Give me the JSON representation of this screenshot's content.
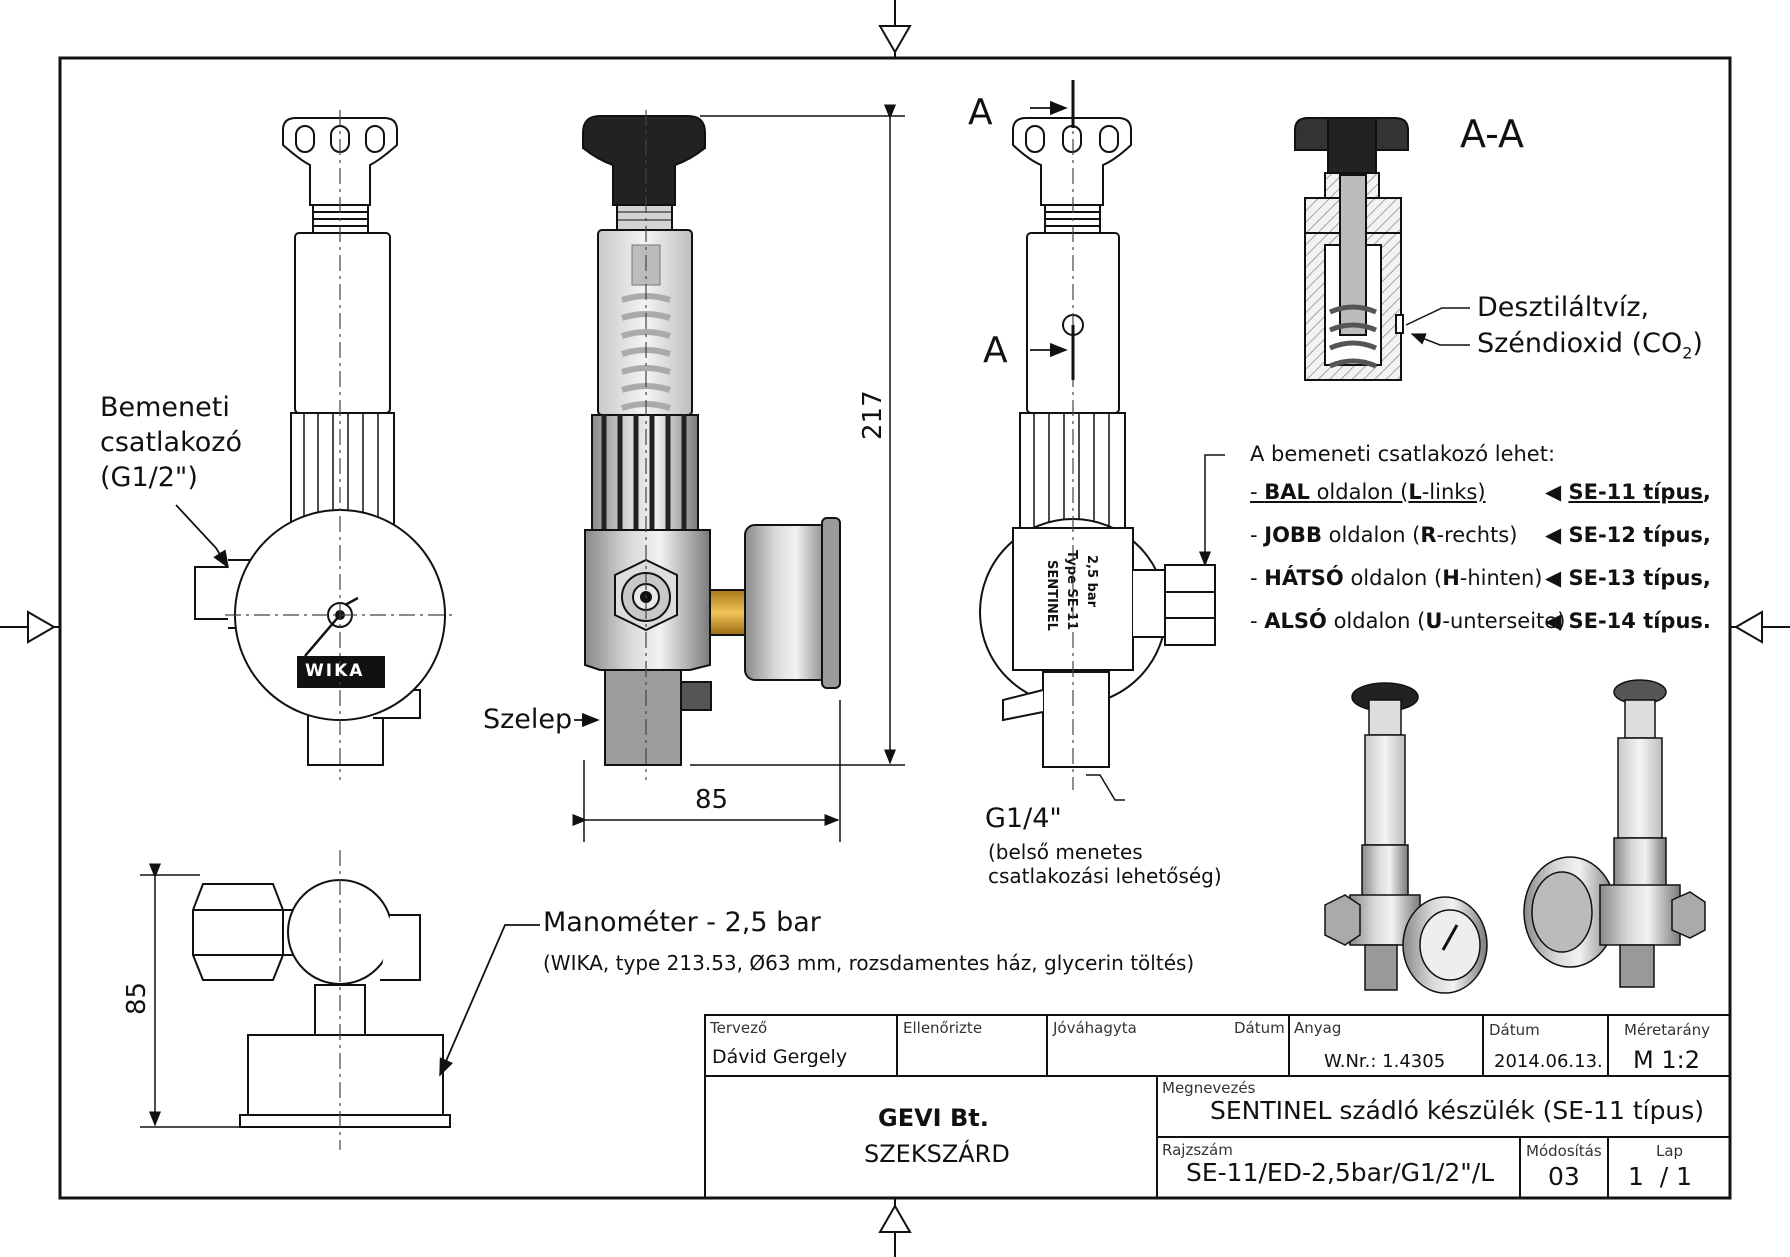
{
  "labels": {
    "bemeneti": "Bemeneti",
    "csatlakozo": "csatlakozó",
    "g12": "(G1/2\")",
    "szelep": "Szelep",
    "dim_85_bottom": "85",
    "dim_217": "217",
    "dim_85_side": "85",
    "g14": "G1/4\"",
    "belso1": "(belső menetes",
    "belso2": "csatlakozási lehetőség)",
    "section_a_top": "A",
    "section_a_mid": "A",
    "section_title": "A-A",
    "desztilalt": "Desztiláltvíz,",
    "szendioxid": "Széndioxid (CO",
    "co2_sub": "2",
    "co2_close": ")",
    "manometer": "Manométer - 2,5 bar",
    "manometer_spec": "(WIKA, type 213.53, Ø63 mm, rozsdamentes ház, glycerin töltés)",
    "wika": "WIKA"
  },
  "connector_note": {
    "heading": "A bemeneti csatlakozó lehet:",
    "options": [
      {
        "prefix": "- ",
        "side": "BAL",
        "mid": " oldalon (",
        "letter": "L",
        "rest": "-links)",
        "type": "SE-11 típus",
        "end": ","
      },
      {
        "prefix": "- ",
        "side": "JOBB",
        "mid": " oldalon (",
        "letter": "R",
        "rest": "-rechts)",
        "type": "SE-12 típus",
        "end": ","
      },
      {
        "prefix": "- ",
        "side": "HÁTSÓ",
        "mid": " oldalon (",
        "letter": "H",
        "rest": "-hinten)",
        "type": "SE-13 típus",
        "end": ","
      },
      {
        "prefix": "- ",
        "side": "ALSÓ",
        "mid": " oldalon (",
        "letter": "U",
        "rest": "-unterseite)",
        "type": "SE-14 típus",
        "end": "."
      }
    ]
  },
  "title_block": {
    "tervezo_label": "Tervező",
    "tervezo_value": "Dávid Gergely",
    "ellenorizte_label": "Ellenőrizte",
    "jovahagyta_label": "Jóváhagyta",
    "datum_label_1": "Dátum",
    "anyag_label": "Anyag",
    "anyag_value": "W.Nr.: 1.4305",
    "datum_label_2": "Dátum",
    "datum_value": "2014.06.13.",
    "meretarany_label": "Méretarány",
    "meretarany_value": "M 1:2",
    "company": "GEVI Bt.",
    "city": "SZEKSZÁRD",
    "megnevezes_label": "Megnevezés",
    "megnevezes_value": "SENTINEL szádló készülék (SE-11 típus)",
    "rajzszam_label": "Rajzszám",
    "rajzszam_value": "SE-11/ED-2,5bar/G1/2\"/L",
    "modositas_label": "Módosítás",
    "modositas_value": "03",
    "lap_label": "Lap",
    "lap_value": "1  / 1"
  }
}
